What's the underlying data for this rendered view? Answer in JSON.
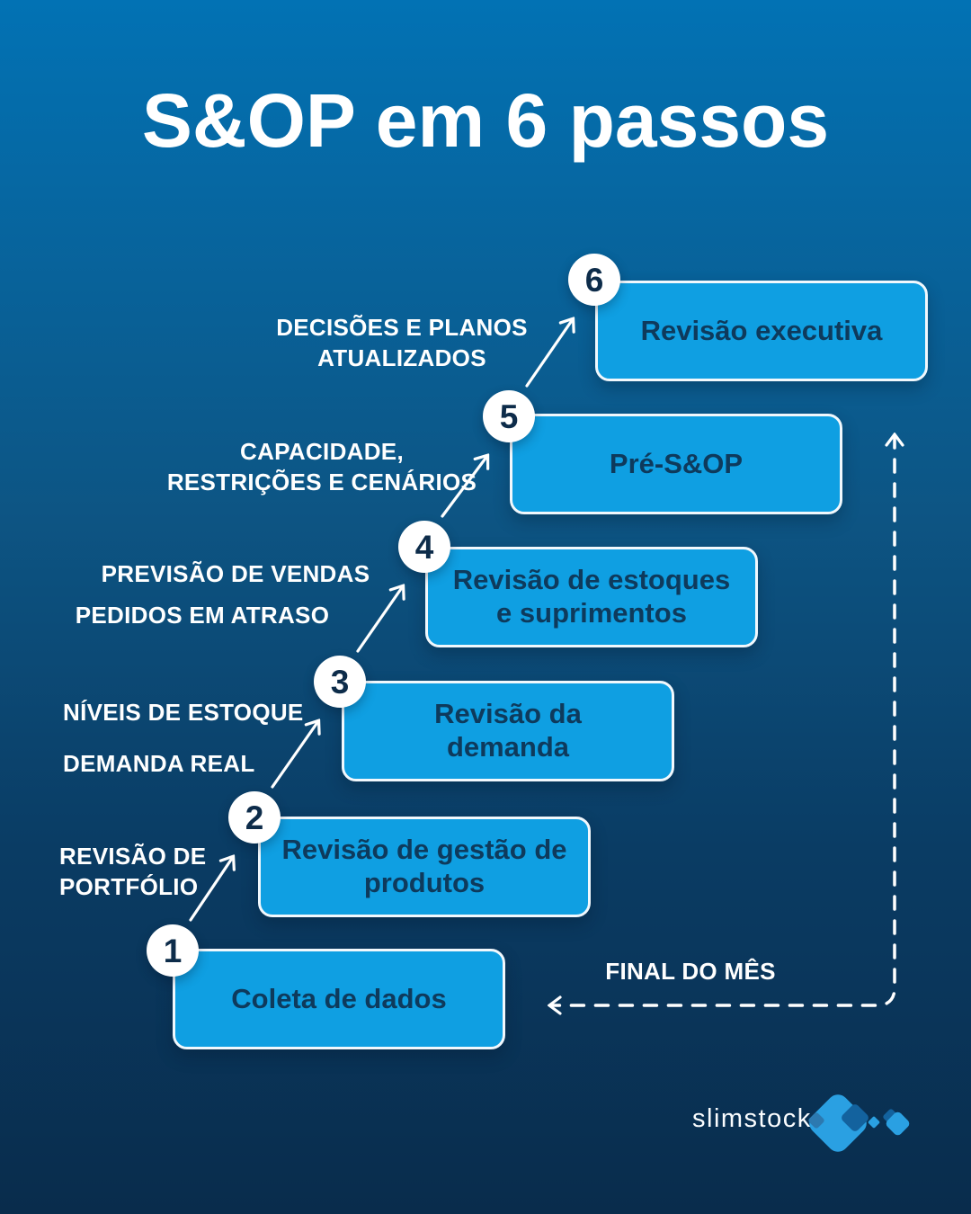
{
  "title": "S&OP em 6 passos",
  "steps": [
    {
      "number": "1",
      "label": "Coleta de dados"
    },
    {
      "number": "2",
      "label": "Revisão de gestão de\nprodutos"
    },
    {
      "number": "3",
      "label": "Revisão da\ndemanda"
    },
    {
      "number": "4",
      "label": "Revisão de estoques\ne suprimentos"
    },
    {
      "number": "5",
      "label": "Pré-S&OP"
    },
    {
      "number": "6",
      "label": "Revisão executiva"
    }
  ],
  "annotations": [
    {
      "id": "decisoes-planos",
      "text": "DECISÕES E PLANOS\nATUALIZADOS"
    },
    {
      "id": "capacidade-restricoes",
      "text": "CAPACIDADE,\nRESTRIÇÕES E CENÁRIOS"
    },
    {
      "id": "previsao-vendas",
      "text": "PREVISÃO DE VENDAS"
    },
    {
      "id": "pedidos-atraso",
      "text": "PEDIDOS EM ATRASO"
    },
    {
      "id": "niveis-estoque",
      "text": "NÍVEIS DE ESTOQUE"
    },
    {
      "id": "demanda-real",
      "text": "DEMANDA REAL"
    },
    {
      "id": "revisao-portfolio",
      "text": "REVISÃO DE\nPORTFÓLIO"
    }
  ],
  "loop": {
    "label": "FINAL DO MÊS"
  },
  "brand": {
    "name": "slimstock"
  },
  "colors": {
    "background_top": "#0272b4",
    "background_bottom": "#092c4c",
    "step_fill": "#0f9fe2",
    "step_border": "#f1f8fd",
    "step_text": "#0e3a5c",
    "label_text": "#ffffff",
    "badge_fill": "#ffffff",
    "badge_text": "#0d2c4a",
    "logo_bright": "#2aa0e2",
    "logo_dark": "#13629e",
    "logo_mid": "#2c79b0"
  }
}
